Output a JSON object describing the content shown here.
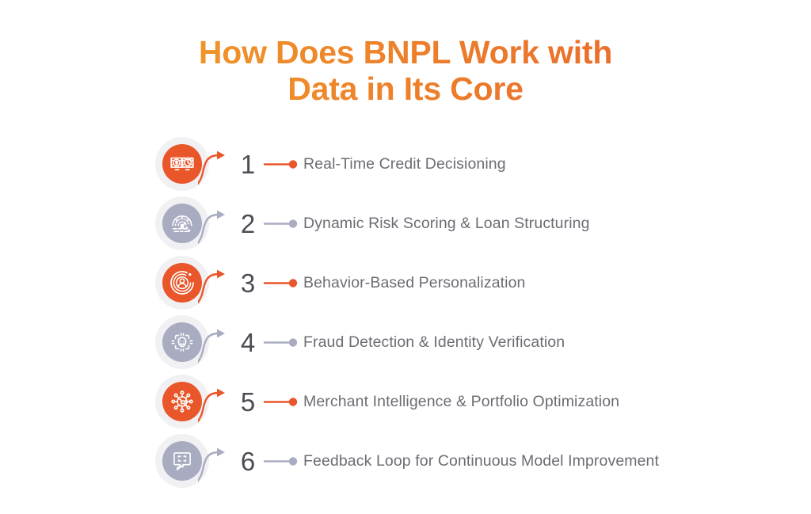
{
  "page": {
    "background": "#ffffff"
  },
  "title": {
    "line1": "How Does BNPL Work with",
    "line2": "Data in Its Core",
    "gradient_from": "#F5A623",
    "gradient_to": "#E8602B"
  },
  "theme": {
    "orange": "#E8562A",
    "orange_light": "#EE6B33",
    "periwinkle": "#A9ABC1",
    "periwinkle_light": "#B6B8CB",
    "halo": "#F1F1F4",
    "number_color": "#4C4C54",
    "label_color": "#6C6C74"
  },
  "steps": [
    {
      "number": "1",
      "label": "Real-Time Credit Decisioning",
      "icon": "money-clock-icon",
      "accent": "#E8562A",
      "variant": "orange"
    },
    {
      "number": "2",
      "label": "Dynamic Risk Scoring & Loan Structuring",
      "icon": "gauge-speedometer-icon",
      "accent": "#A9ABC1",
      "variant": "periwinkle"
    },
    {
      "number": "3",
      "label": "Behavior-Based Personalization",
      "icon": "user-target-icon",
      "accent": "#E8562A",
      "variant": "orange"
    },
    {
      "number": "4",
      "label": "Fraud Detection & Identity Verification",
      "icon": "face-id-scan-icon",
      "accent": "#A9ABC1",
      "variant": "periwinkle"
    },
    {
      "number": "5",
      "label": "Merchant Intelligence & Portfolio Optimization",
      "icon": "cart-network-icon",
      "accent": "#E8562A",
      "variant": "orange"
    },
    {
      "number": "6",
      "label": "Feedback Loop for Continuous Model Improvement",
      "icon": "feedback-loop-chat-icon",
      "accent": "#A9ABC1",
      "variant": "periwinkle"
    }
  ]
}
